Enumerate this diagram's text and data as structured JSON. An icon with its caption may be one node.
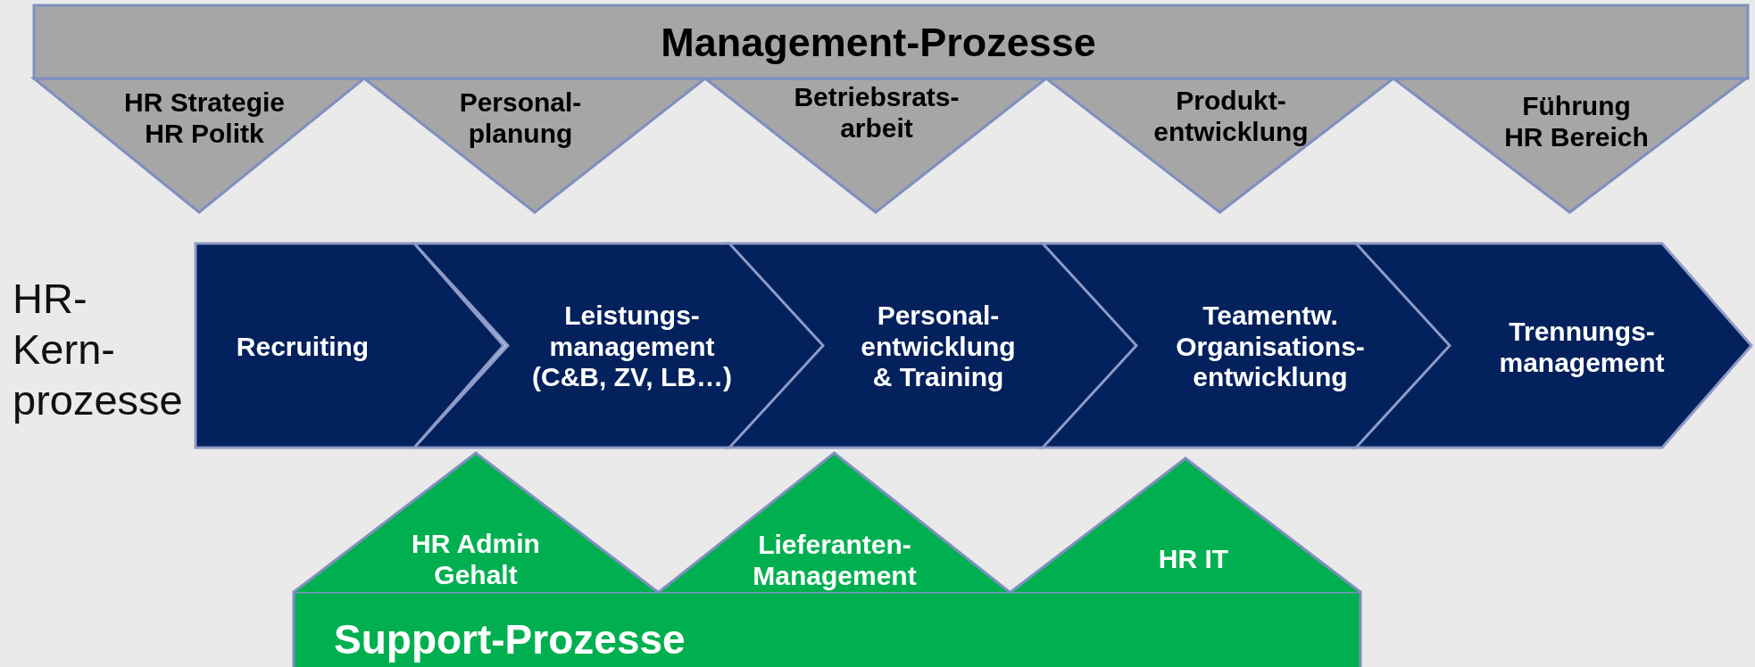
{
  "diagram": {
    "nodes": [
      {
        "text": [
          "Management-Prozesse"
        ]
      },
      {
        "text": [
          "HR Strategie HR Politk"
        ]
      },
      {
        "text": [
          "Personal- planung"
        ]
      },
      {
        "text": [
          "Betriebsrats- arbeit"
        ]
      },
      {
        "text": [
          "Produkt- entwicklung"
        ]
      },
      {
        "text": [
          "Führung HR Bereich"
        ]
      },
      {
        "text": [
          "Recruiting"
        ]
      },
      {
        "text": [
          "Leistungs- management (C&B, ZV, LB…)"
        ]
      },
      {
        "text": [
          "Personal- entwicklung & Training"
        ]
      },
      {
        "text": [
          "Teamentw. Organisations- entwicklung"
        ]
      },
      {
        "text": [
          "Trennungs- management"
        ]
      },
      {
        "text": [
          "HR Admin Gehalt"
        ]
      },
      {
        "text": [
          "Lieferanten- Management"
        ]
      },
      {
        "text": [
          "HR IT"
        ]
      },
      {
        "text": [
          "Support-Prozesse"
        ]
      }
    ],
    "edges": [],
    "labels": [
      "HR- Kern- prozesse"
    ]
  }
}
